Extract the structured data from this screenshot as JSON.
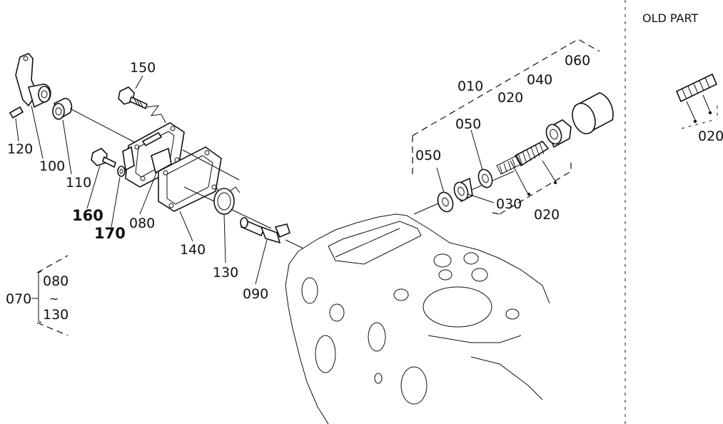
{
  "section_label": "OLD PART",
  "labels": {
    "p010": "010",
    "p020_top": "020",
    "p020_bottom": "020",
    "p020_old": "020",
    "p030": "030",
    "p040": "040",
    "p050_left": "050",
    "p050_right": "050",
    "p060": "060",
    "p070": "070",
    "p080": "080",
    "p080_range": "080",
    "p090": "090",
    "p100": "100",
    "p110": "110",
    "p120": "120",
    "p130": "130",
    "p130_range": "130",
    "p140": "140",
    "p150": "150",
    "p160": "160",
    "p170": "170",
    "range_tilde": "~"
  }
}
